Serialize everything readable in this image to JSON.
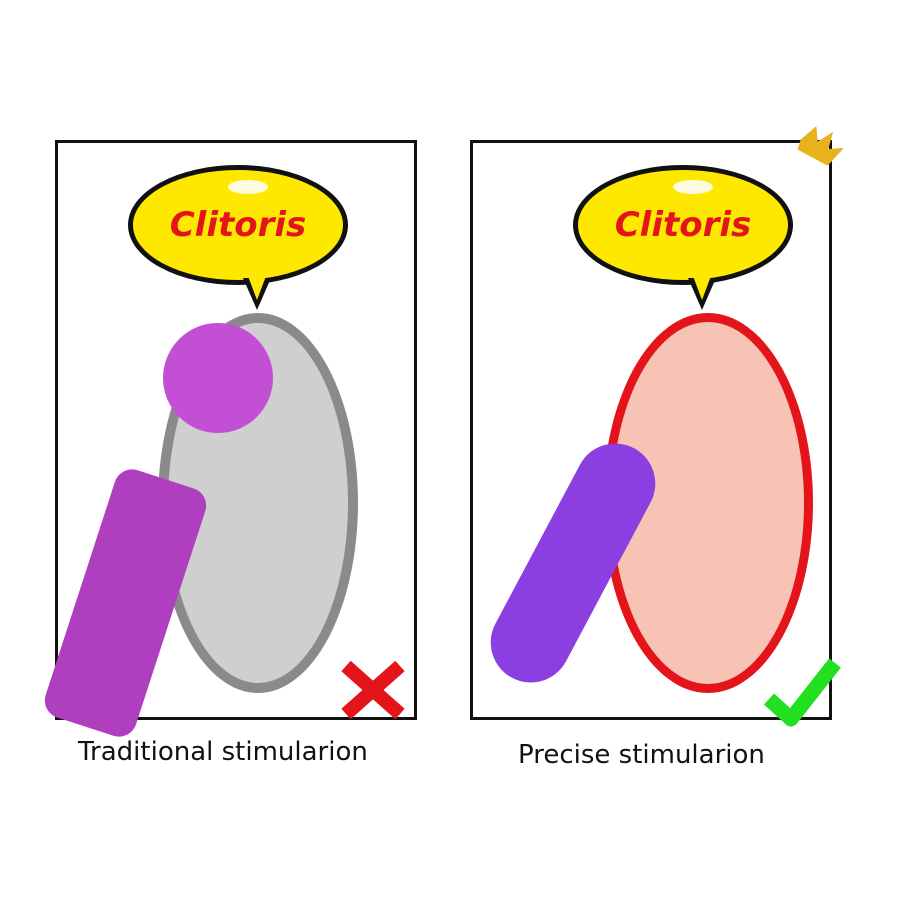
{
  "panels": [
    {
      "id": "traditional",
      "bubble_label": "Clitoris",
      "caption": "Traditional stimularion",
      "verdict": "cross",
      "verdict_color": "#e3151a",
      "target_ring_color": "#8a8a8a",
      "device_color": "#b03fc0"
    },
    {
      "id": "precise",
      "bubble_label": "Clitoris",
      "caption": "Precise stimularion",
      "verdict": "check",
      "verdict_color": "#22e01f",
      "target_ring_color": "#e3151a",
      "device_color": "#8b3fe0",
      "badge_icon": "crown-icon"
    }
  ],
  "colors": {
    "bubble_fill": "#ffe800",
    "bubble_text": "#e3151a",
    "frame": "#111111",
    "crown": "#e8b21a"
  }
}
